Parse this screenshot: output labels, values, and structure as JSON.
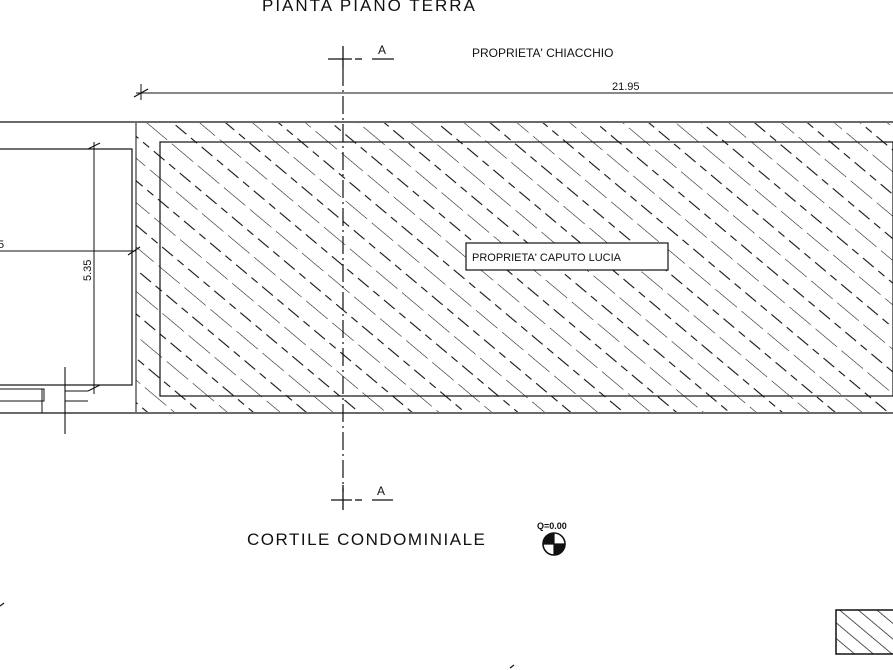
{
  "drawing": {
    "title": "PIANTA PIANO TERRA",
    "section_mark_label": "A",
    "neighbor_property": "PROPRIETA' CHIACCHIO",
    "overall_dimension": "21.95",
    "main_property": "PROPRIETA' CAPUTO LUCIA",
    "left_dimension": "5.35",
    "left_dimension_fragment": "5",
    "courtyard": "CORTILE CONDOMINIALE",
    "level_marker": "Q=0.00",
    "line_color": "#111111",
    "background_color": "#ffffff"
  }
}
